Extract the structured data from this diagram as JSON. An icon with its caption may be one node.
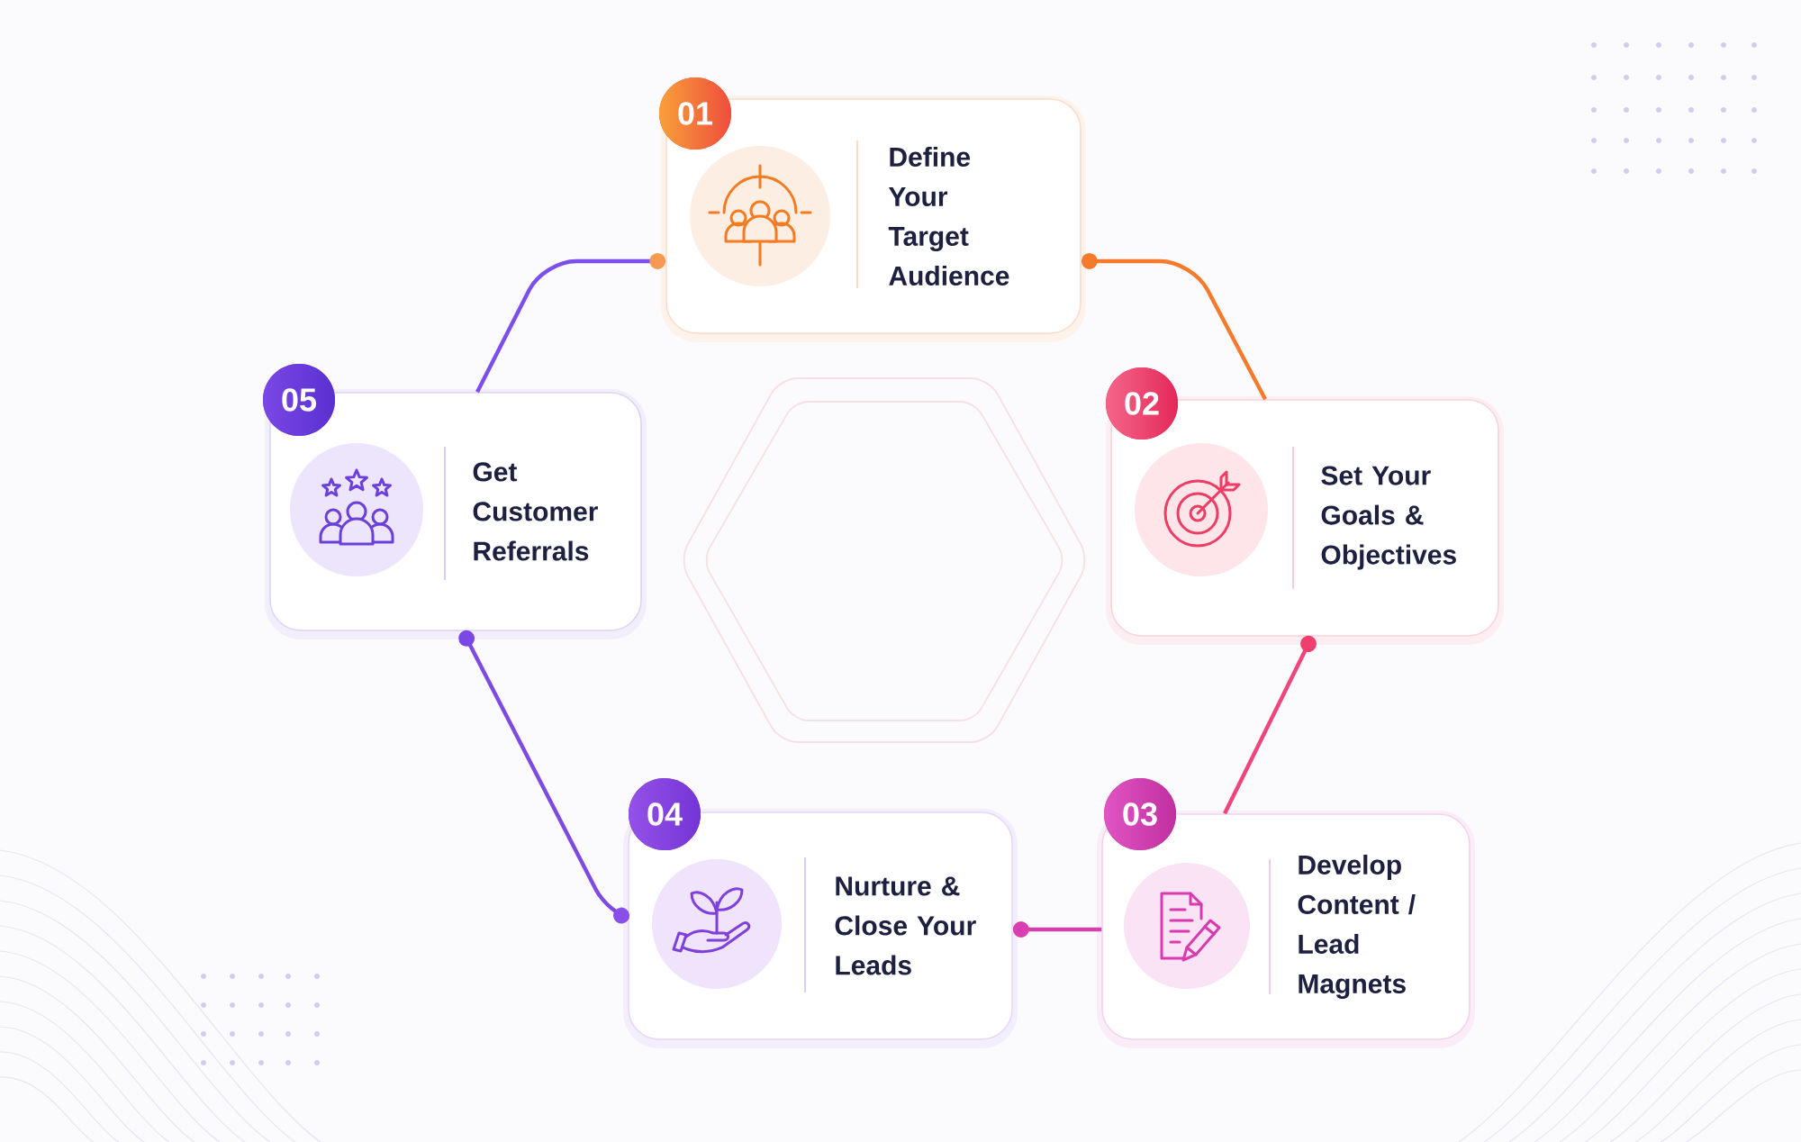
{
  "diagram": {
    "nodes": [
      {
        "text": [
          "01",
          "Define Your Target Audience"
        ]
      },
      {
        "text": [
          "02",
          "Set Your Goals & Objectives"
        ]
      },
      {
        "text": [
          "03",
          "Develop Content / Lead Magnets"
        ]
      },
      {
        "text": [
          "04",
          "Nurture & Close Your Leads"
        ]
      },
      {
        "text": [
          "05",
          "Get Customer Referrals"
        ]
      }
    ],
    "edges": [
      {
        "from": 0,
        "to": 1,
        "arrow": "other",
        "color": "#f67a2c"
      },
      {
        "from": 1,
        "to": 2,
        "arrow": "other",
        "color": "#f0457a"
      },
      {
        "from": 2,
        "to": 3,
        "arrow": "other",
        "color": "#d640aa"
      },
      {
        "from": 3,
        "to": 4,
        "arrow": "other",
        "color": "#7d4ae4"
      },
      {
        "from": 4,
        "to": 0,
        "arrow": "other",
        "color": "#7a4fee"
      }
    ]
  }
}
